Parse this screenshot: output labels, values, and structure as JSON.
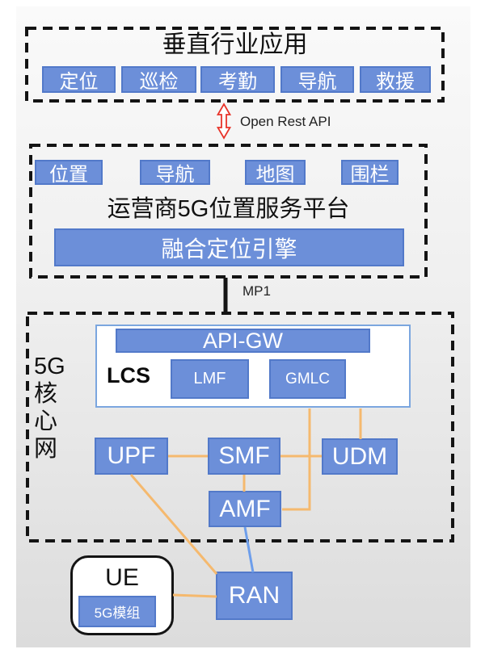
{
  "colors": {
    "node_fill": "#6c8fd9",
    "node_border": "#5279c9",
    "connector_orange": "#f5b96e",
    "connector_blue": "#6d9eeb",
    "dash_border": "#141414",
    "mp1_line": "#141414",
    "red_arrow": "#e8342a",
    "lcs_border": "#7ba6df",
    "background": "#e9e9e9"
  },
  "app_layer": {
    "title": "垂直行业应用",
    "buttons": [
      "定位",
      "巡检",
      "考勤",
      "导航",
      "救援"
    ]
  },
  "api_link": {
    "label": "Open Rest API"
  },
  "platform_layer": {
    "buttons": [
      "位置",
      "导航",
      "地图",
      "围栏"
    ],
    "title": "运营商5G位置服务平台",
    "engine": "融合定位引擎"
  },
  "mp1_link": {
    "label": "MP1"
  },
  "core_network": {
    "label": "5G核心网",
    "label_lines": [
      "5G",
      "核",
      "心",
      "网"
    ],
    "lcs_label": "LCS",
    "api_gw": "API-GW",
    "lmf": "LMF",
    "gmlc": "GMLC",
    "upf": "UPF",
    "smf": "SMF",
    "udm": "UDM",
    "amf": "AMF"
  },
  "access_layer": {
    "ue": "UE",
    "module": "5G模组",
    "ran": "RAN"
  }
}
